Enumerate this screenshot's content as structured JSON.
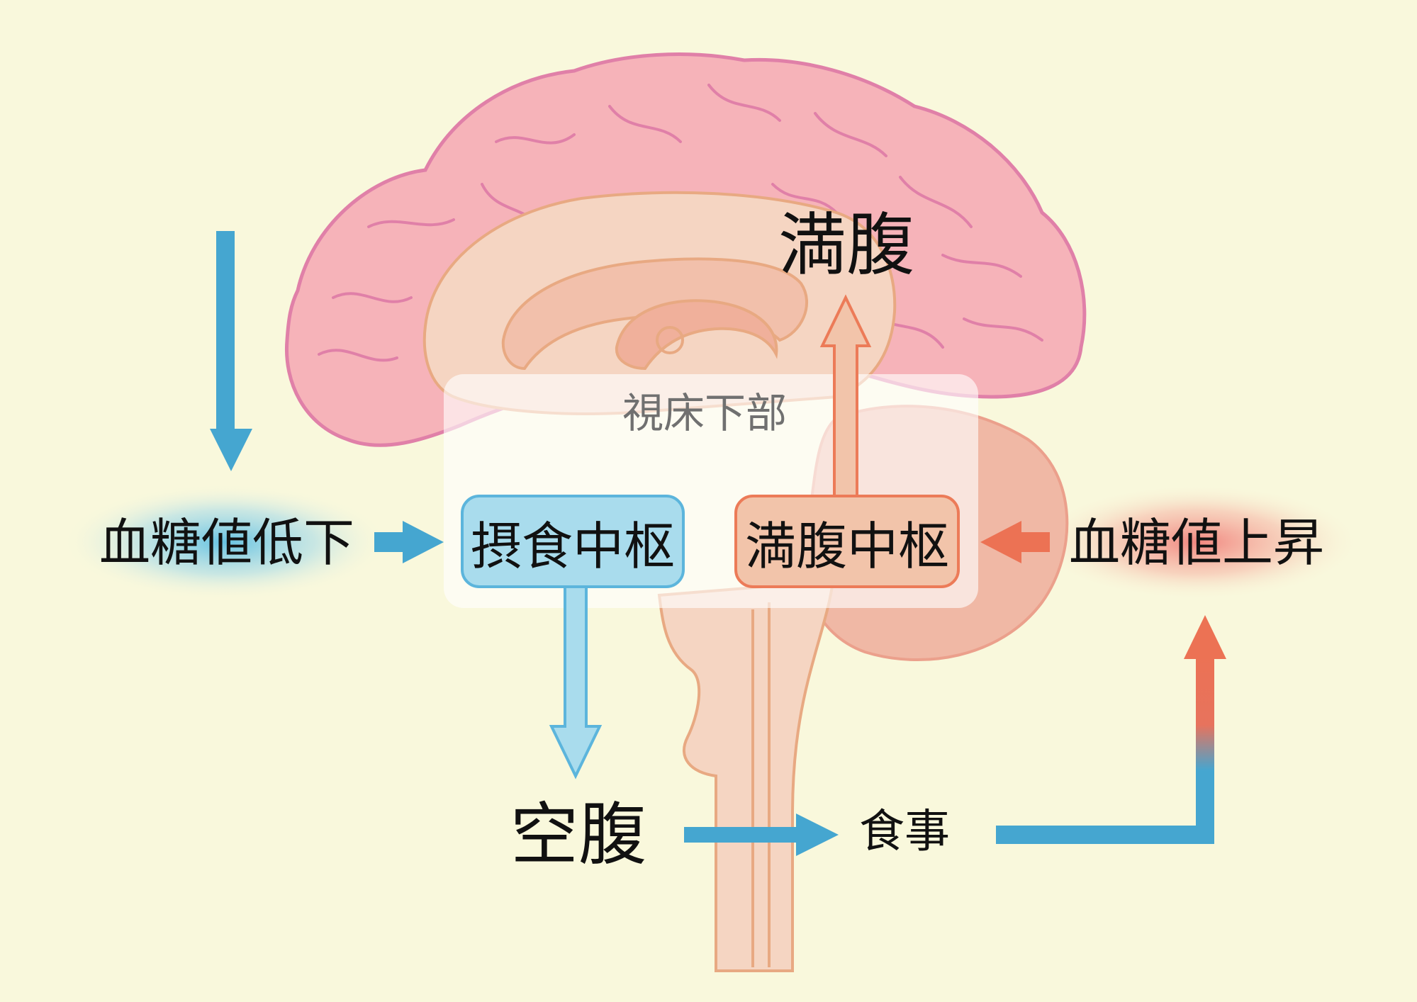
{
  "labels": {
    "full": "満腹",
    "hypothalamus": "視床下部",
    "glucose_low": "血糖値低下",
    "feeding_center": "摂食中枢",
    "satiety_center": "満腹中枢",
    "glucose_high": "血糖値上昇",
    "hungry": "空腹",
    "meal": "食事"
  },
  "colors": {
    "background": "#f9f8dc",
    "cerebrum": "#f6b3b9",
    "cerebrum_outline": "#e080a8",
    "inner_brain": "#f5d5c2",
    "brainstem_outline": "#e8a982",
    "cerebellum": "#f0b8a5",
    "arrow_blue": "#45a6d0",
    "arrow_red": "#ec7254",
    "box_blue_fill": "#a9dced",
    "box_red_fill": "#f2c4aa"
  }
}
